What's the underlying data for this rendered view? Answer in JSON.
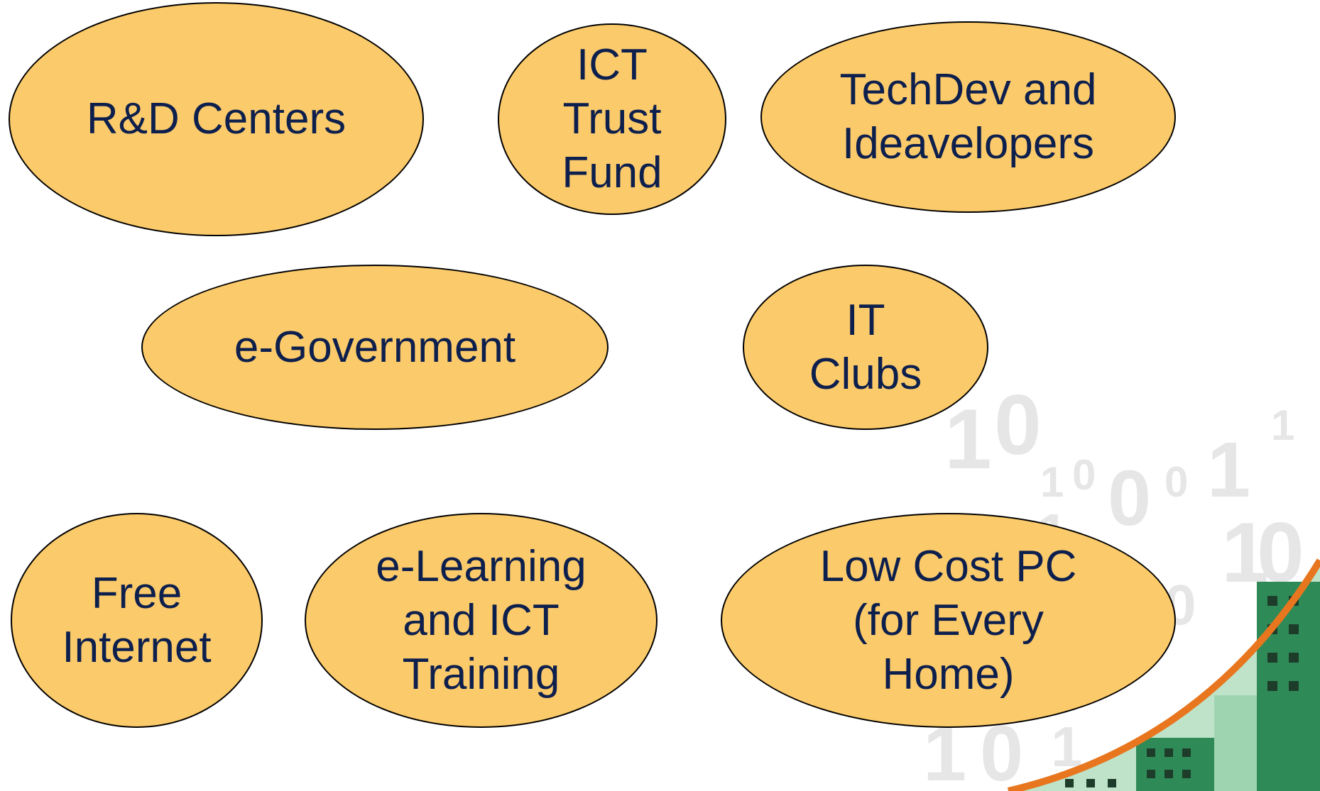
{
  "background_color": "#ffffff",
  "bubble_fill": "#fbca6b",
  "bubble_stroke": "#000000",
  "label_color": "#0d1f4d",
  "bubbles": [
    {
      "id": "rd-centers",
      "label": "R&D Centers"
    },
    {
      "id": "ict-trust-fund",
      "label": "ICT\nTrust\nFund"
    },
    {
      "id": "techdev-ideavelopers",
      "label": "TechDev and\nIdeavelopers"
    },
    {
      "id": "e-government",
      "label": "e-Government"
    },
    {
      "id": "it-clubs",
      "label": "IT\nClubs"
    },
    {
      "id": "free-internet",
      "label": "Free\nInternet"
    },
    {
      "id": "e-learning",
      "label": "e-Learning\nand ICT\nTraining"
    },
    {
      "id": "low-cost-pc",
      "label": "Low Cost PC\n(for Every\nHome)"
    }
  ],
  "decoration": {
    "binary_watermark": "1 0 1 0 0 1 1 0 1 0 1 1 0",
    "curve_color": "#e8761e",
    "building_color": "#2e8b57"
  }
}
